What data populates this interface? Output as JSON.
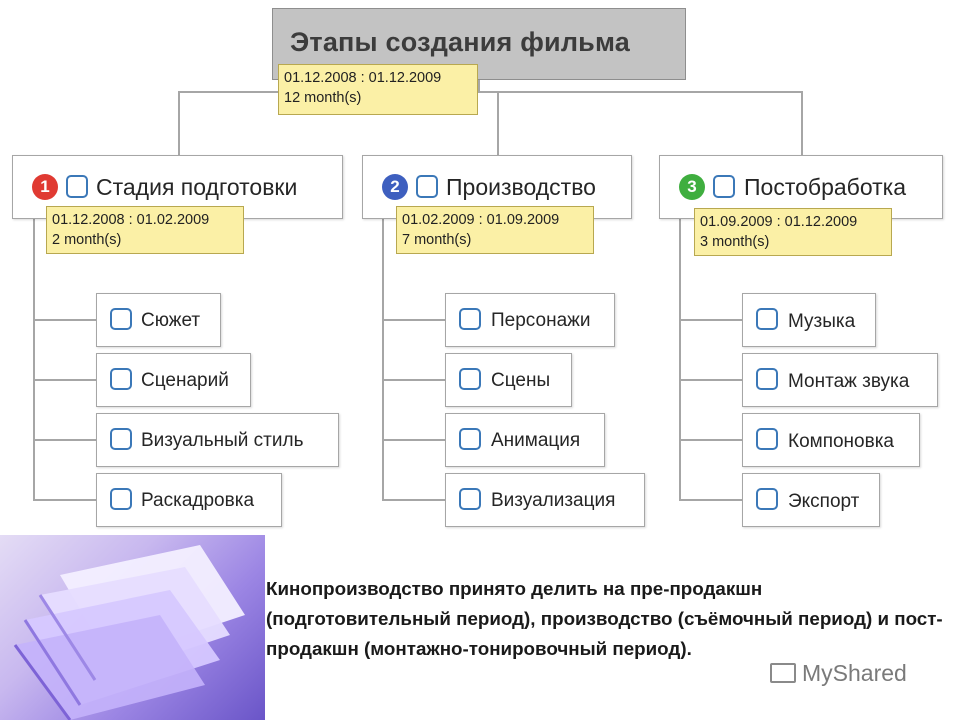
{
  "root": {
    "title": "Этапы создания фильма",
    "dates": "01.12.2008 : 01.12.2009",
    "duration": "12 month(s)"
  },
  "stages": [
    {
      "number": "1",
      "label": "Стадия подготовки",
      "badge_color": "#e03a32",
      "dates": "01.12.2008 : 01.02.2009",
      "duration": "2 month(s)",
      "tasks": [
        "Сюжет",
        "Сценарий",
        "Визуальный стиль",
        "Раскадровка"
      ]
    },
    {
      "number": "2",
      "label": "Производство",
      "badge_color": "#3e5fbf",
      "dates": "01.02.2009 : 01.09.2009",
      "duration": "7 month(s)",
      "tasks": [
        "Персонажи",
        "Сцены",
        "Анимация",
        "Визуализация"
      ]
    },
    {
      "number": "3",
      "label": "Постобработка",
      "badge_color": "#3fae3f",
      "dates": "01.09.2009 : 01.12.2009",
      "duration": "3 month(s)",
      "tasks": [
        "Музыка",
        "Монтаж звука",
        "Компоновка",
        "Экспорт"
      ]
    }
  ],
  "caption": "Кинопроизводство принято делить на пре-продакшн (подготовительный период), производство (съёмочный период) и пост-продакшн (монтажно-тонировочный период).",
  "watermark": "MyShared"
}
